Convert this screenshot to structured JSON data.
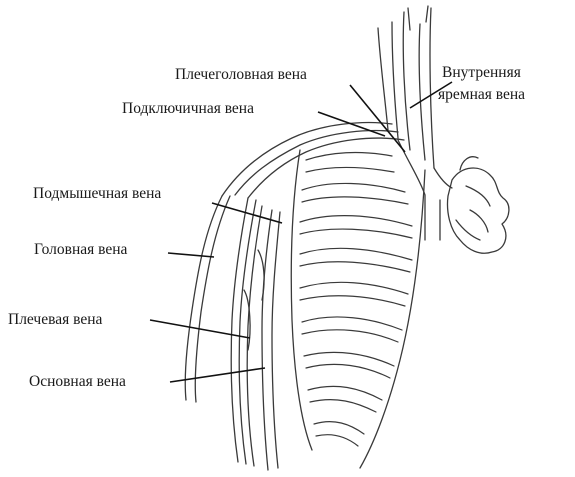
{
  "labels": {
    "brachiocephalic": "Плечеголовная вена",
    "subclavian": "Подключичная вена",
    "internal_jugular_line1": "Внутренняя",
    "internal_jugular_line2": "яремная вена",
    "axillary": "Подмышечная вена",
    "cephalic": "Головная вена",
    "brachial": "Плечевая вена",
    "basilic": "Основная вена"
  }
}
